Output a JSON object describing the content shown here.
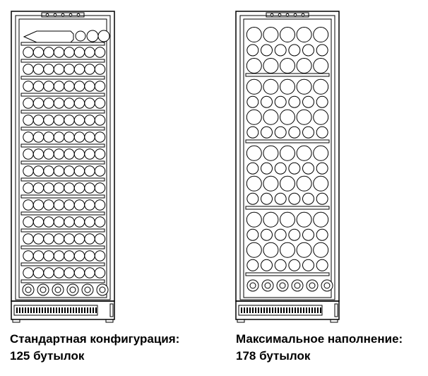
{
  "colors": {
    "line": "#000000",
    "background": "#ffffff"
  },
  "left": {
    "caption_line1": "Стандартная конфигурация:",
    "caption_line2": "125 бутылок"
  },
  "right": {
    "caption_line1": "Максимальное наполнение:",
    "caption_line2": "178 бутылок"
  }
}
